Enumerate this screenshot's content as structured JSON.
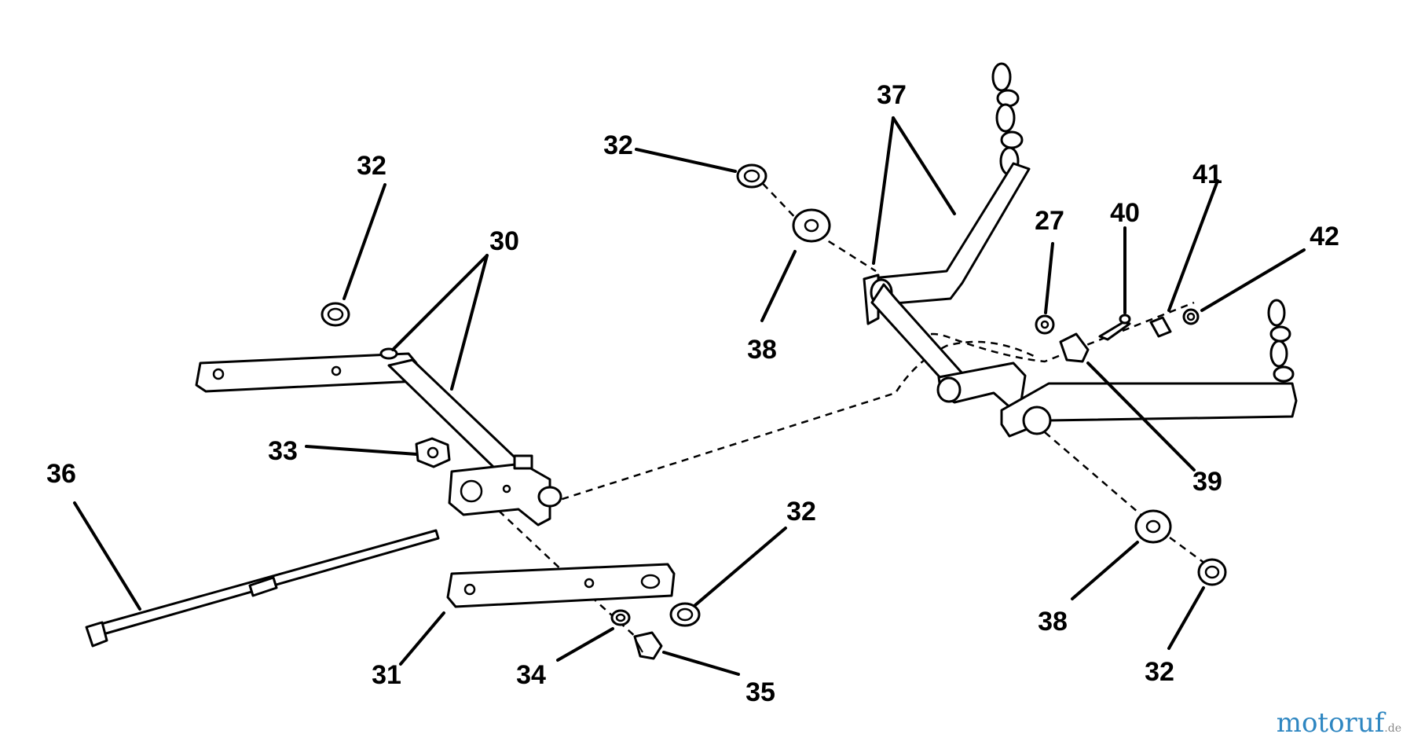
{
  "callouts": [
    {
      "id": "c-32-a",
      "label": "32"
    },
    {
      "id": "c-30",
      "label": "30"
    },
    {
      "id": "c-33",
      "label": "33"
    },
    {
      "id": "c-36",
      "label": "36"
    },
    {
      "id": "c-31",
      "label": "31"
    },
    {
      "id": "c-34",
      "label": "34"
    },
    {
      "id": "c-35",
      "label": "35"
    },
    {
      "id": "c-32-b",
      "label": "32"
    },
    {
      "id": "c-32-c",
      "label": "32"
    },
    {
      "id": "c-37",
      "label": "37"
    },
    {
      "id": "c-38-a",
      "label": "38"
    },
    {
      "id": "c-27",
      "label": "27"
    },
    {
      "id": "c-40",
      "label": "40"
    },
    {
      "id": "c-41",
      "label": "41"
    },
    {
      "id": "c-42",
      "label": "42"
    },
    {
      "id": "c-39",
      "label": "39"
    },
    {
      "id": "c-38-b",
      "label": "38"
    },
    {
      "id": "c-32-d",
      "label": "32"
    }
  ],
  "watermark": {
    "brand": "motoruf",
    "domain": ".de"
  },
  "colors": {
    "ink": "#000000",
    "paper": "#ffffff",
    "brand_m": "#2e86c1",
    "brand_o": "#e74c3c",
    "brand_t": "#27ae60"
  }
}
